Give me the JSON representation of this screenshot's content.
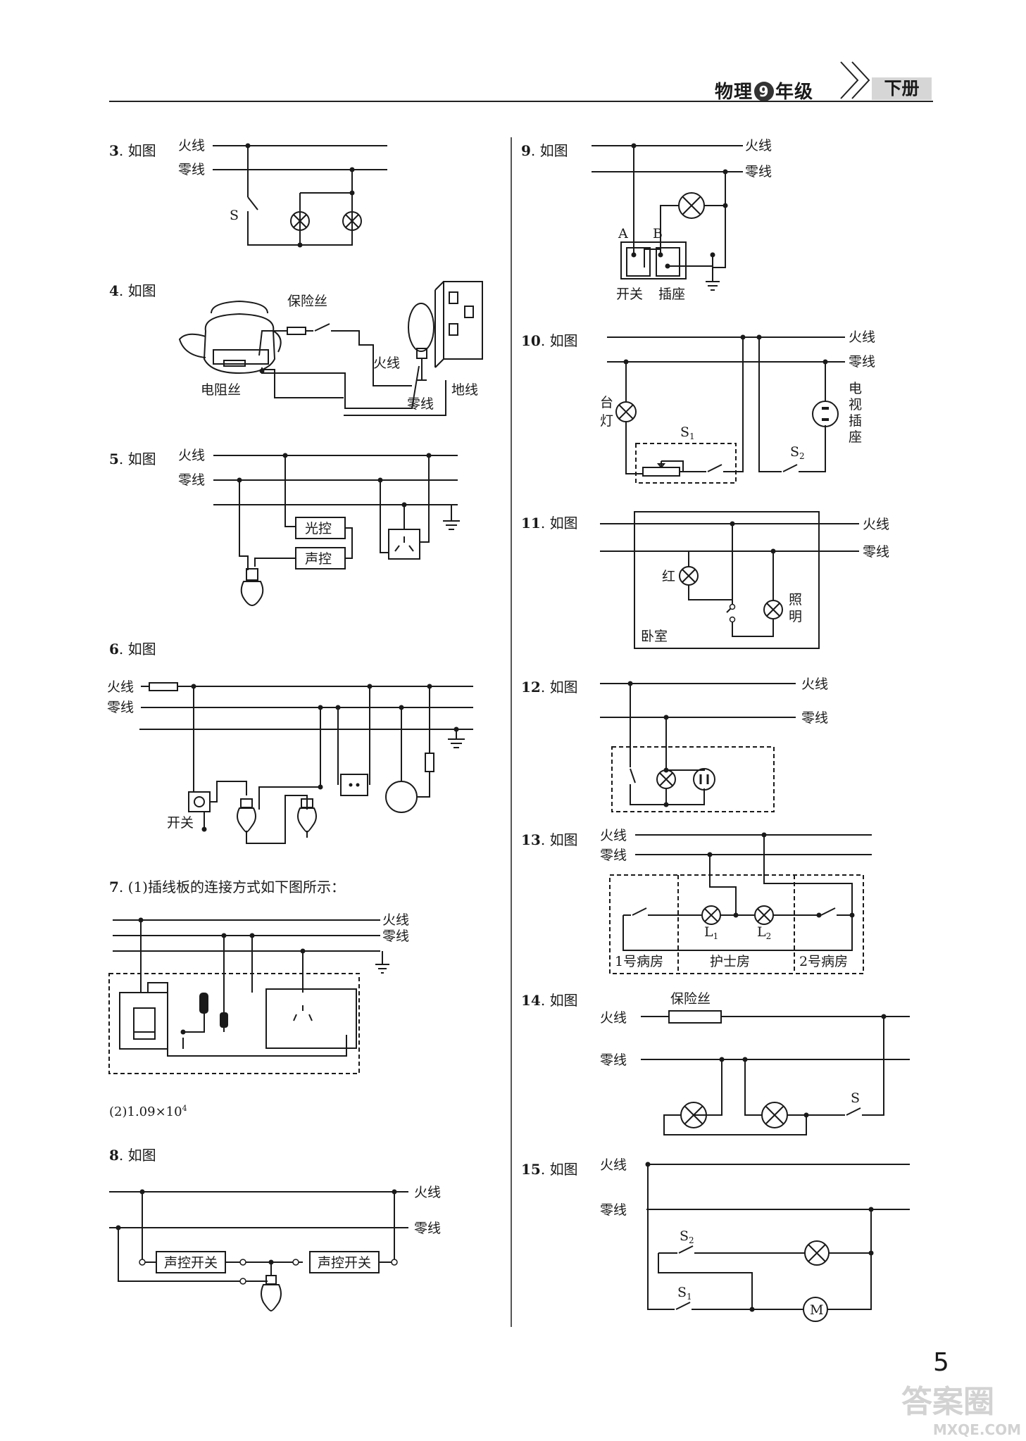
{
  "header": {
    "subject": "物理",
    "grade": "9",
    "grade_suffix": "年级",
    "volume": "下册"
  },
  "questions": {
    "q3": {
      "number": "3",
      "label": "如图",
      "hot": "火线",
      "neutral": "零线",
      "switch": "S"
    },
    "q4": {
      "number": "4",
      "label": "如图",
      "fuse": "保险丝",
      "hot": "火线",
      "neutral": "零线",
      "ground": "地线",
      "resistor": "电阻丝"
    },
    "q5": {
      "number": "5",
      "label": "如图",
      "hot": "火线",
      "neutral": "零线",
      "light_ctrl": "光控",
      "sound_ctrl": "声控"
    },
    "q6": {
      "number": "6",
      "label": "如图",
      "hot": "火线",
      "neutral": "零线",
      "switch": "开关"
    },
    "q7": {
      "number": "7",
      "text": "(1)插线板的连接方式如下图所示：",
      "hot": "火线",
      "neutral": "零线",
      "answer2": "(2)1.09×10",
      "answer2_exp": "4"
    },
    "q8": {
      "number": "8",
      "label": "如图",
      "hot": "火线",
      "neutral": "零线",
      "sound_switch": "声控开关"
    },
    "q9": {
      "number": "9",
      "label": "如图",
      "hot": "火线",
      "neutral": "零线",
      "a": "A",
      "b": "B",
      "switch": "开关",
      "socket": "插座"
    },
    "q10": {
      "number": "10",
      "label": "如图",
      "hot": "火线",
      "neutral": "零线",
      "lamp1": "台",
      "lamp2": "灯",
      "tv1": "电",
      "tv2": "视",
      "tv3": "插",
      "tv4": "座",
      "s1": "S",
      "s1_sub": "1",
      "s2": "S",
      "s2_sub": "2"
    },
    "q11": {
      "number": "11",
      "label": "如图",
      "hot": "火线",
      "neutral": "零线",
      "red": "红",
      "light1": "照",
      "light2": "明",
      "room": "卧室"
    },
    "q12": {
      "number": "12",
      "label": "如图",
      "hot": "火线",
      "neutral": "零线"
    },
    "q13": {
      "number": "13",
      "label": "如图",
      "hot": "火线",
      "neutral": "零线",
      "l1": "L",
      "l1_sub": "1",
      "l2": "L",
      "l2_sub": "2",
      "room1": "1号病房",
      "nurse": "护士房",
      "room2": "2号病房"
    },
    "q14": {
      "number": "14",
      "label": "如图",
      "fuse": "保险丝",
      "hot": "火线",
      "neutral": "零线",
      "switch": "S"
    },
    "q15": {
      "number": "15",
      "label": "如图",
      "hot": "火线",
      "neutral": "零线",
      "s2": "S",
      "s2_sub": "2",
      "s1": "S",
      "s1_sub": "1",
      "motor": "M"
    }
  },
  "page_number": "5",
  "watermark": {
    "mark": "答案圈",
    "url": "MXQE.COM"
  }
}
